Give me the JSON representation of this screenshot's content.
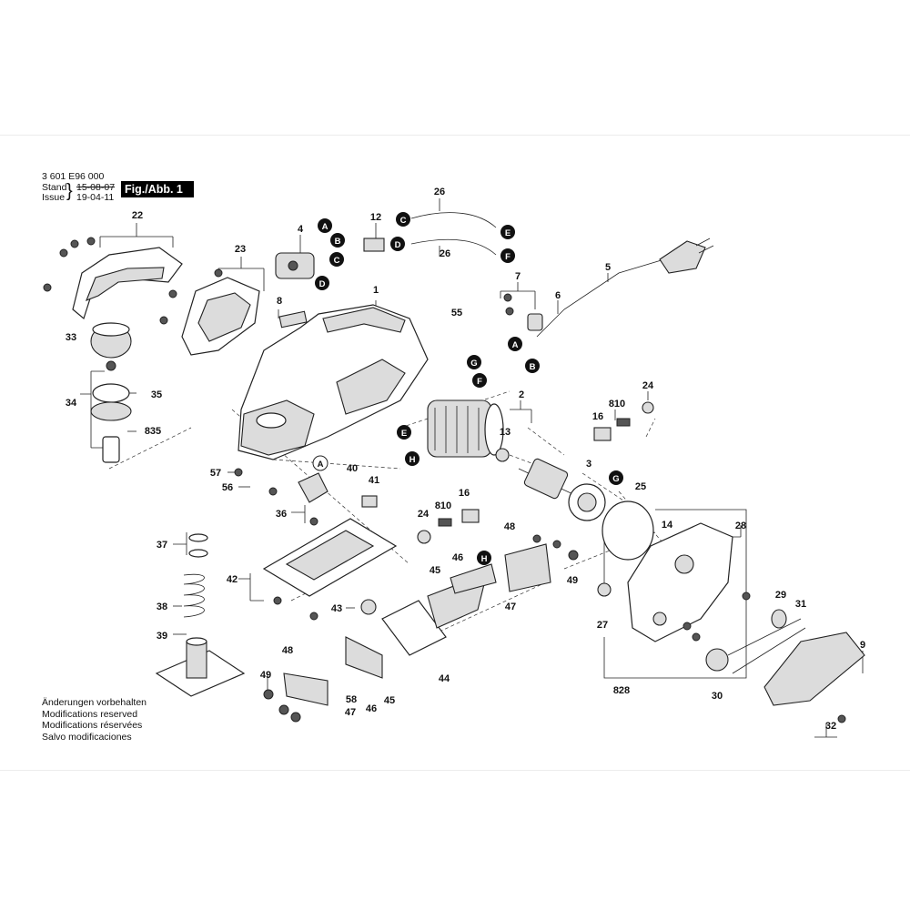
{
  "header": {
    "part_no": "3 601 E96 000",
    "stand_label": "Stand",
    "stand_date": "15-08-07",
    "issue_label": "Issue",
    "issue_date": "19-04-11",
    "brace": "}",
    "figure": "Fig./Abb. 1"
  },
  "notes": [
    "Änderungen vorbehalten",
    "Modifications reserved",
    "Modifications réservées",
    "Salvo modificaciones"
  ],
  "connectors": [
    "A",
    "B",
    "C",
    "D",
    "E",
    "F",
    "G",
    "H"
  ],
  "labels": [
    "1",
    "2",
    "3",
    "4",
    "5",
    "6",
    "7",
    "8",
    "9",
    "12",
    "13",
    "14",
    "16",
    "22",
    "23",
    "24",
    "25",
    "26",
    "27",
    "28",
    "29",
    "30",
    "31",
    "32",
    "33",
    "34",
    "35",
    "36",
    "37",
    "38",
    "39",
    "40",
    "41",
    "42",
    "43",
    "44",
    "45",
    "46",
    "47",
    "48",
    "49",
    "55",
    "56",
    "57",
    "58",
    "810",
    "828",
    "835"
  ]
}
